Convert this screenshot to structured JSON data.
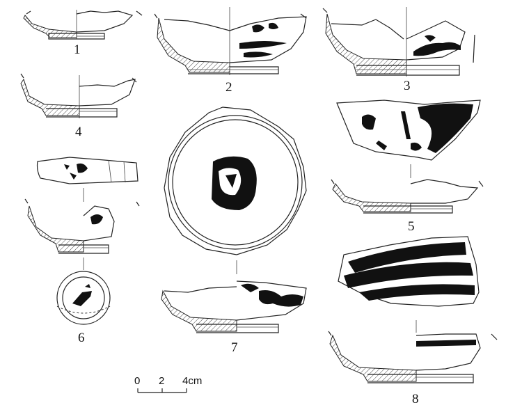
{
  "figures": [
    {
      "id": "fig-1",
      "label": "1"
    },
    {
      "id": "fig-2",
      "label": "2"
    },
    {
      "id": "fig-3",
      "label": "3"
    },
    {
      "id": "fig-4",
      "label": "4"
    },
    {
      "id": "fig-5",
      "label": "5"
    },
    {
      "id": "fig-6",
      "label": "6"
    },
    {
      "id": "fig-7",
      "label": "7"
    },
    {
      "id": "fig-8",
      "label": "8"
    }
  ],
  "scale_bar": {
    "ticks": [
      "0",
      "2",
      "4cm"
    ]
  }
}
